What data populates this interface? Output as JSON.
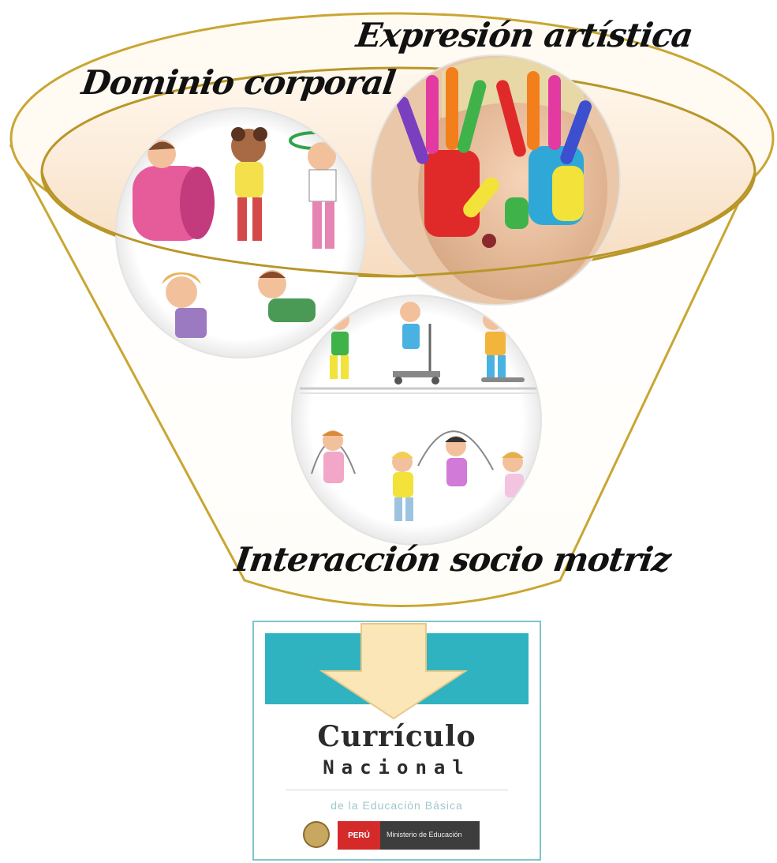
{
  "labels": {
    "artistic": "Expresión artística",
    "body": "Dominio corporal",
    "social": "Interacción socio motriz"
  },
  "cover": {
    "title": "Currículo",
    "subtitle": "Nacional",
    "edu": "de la Educación Básica",
    "peru": "PERÚ",
    "ministry": "Ministerio de Educación"
  },
  "colors": {
    "funnel_outline": "#c9a632",
    "funnel_fill": "#fbe9d6",
    "arrow_fill": "#fbe6b8",
    "cover_band": "#2fb3c0"
  }
}
